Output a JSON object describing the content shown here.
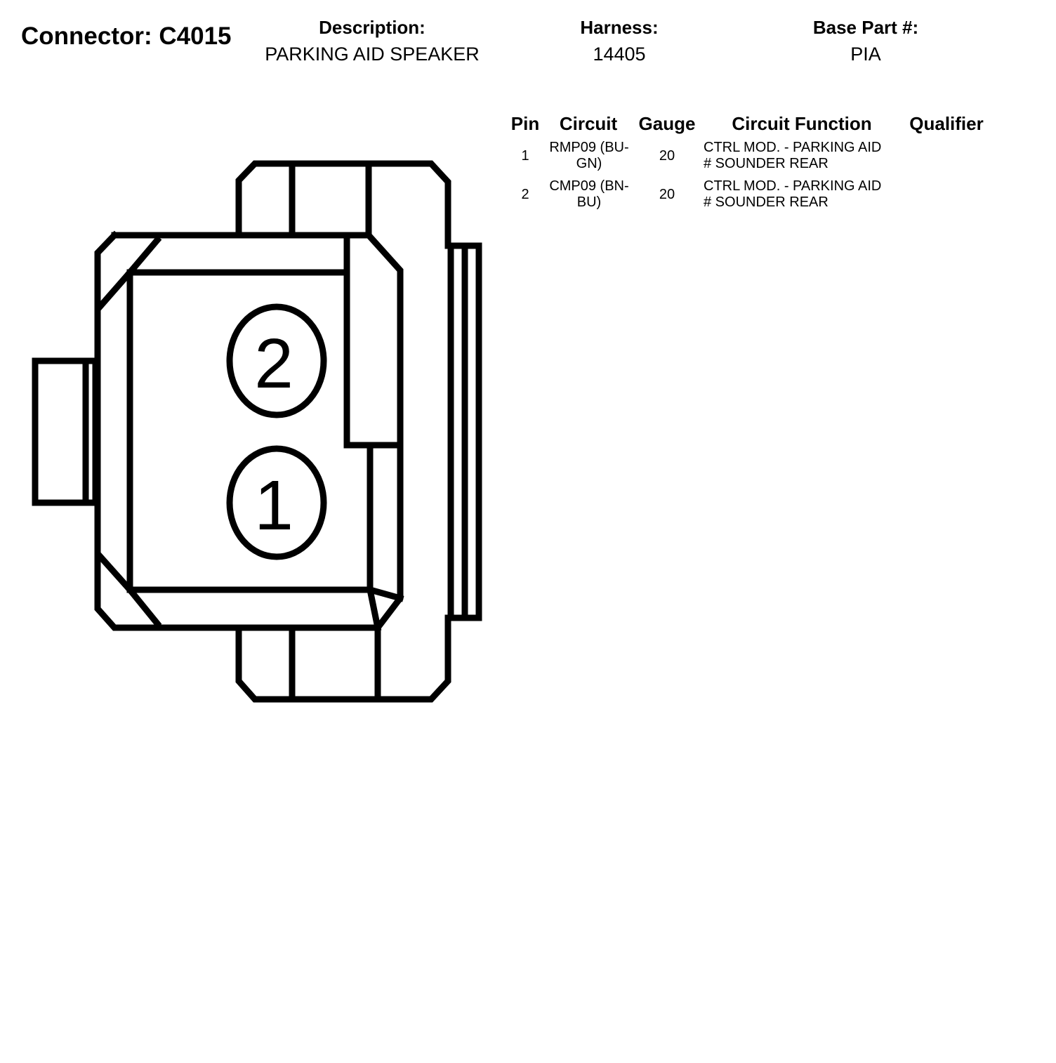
{
  "header": {
    "connector_title": "Connector: C4015",
    "description_label": "Description:",
    "description_value": "PARKING AID SPEAKER",
    "harness_label": "Harness:",
    "harness_value": "14405",
    "base_part_label": "Base Part #:",
    "base_part_value": "PIA"
  },
  "table": {
    "columns": [
      "Pin",
      "Circuit",
      "Gauge",
      "Circuit Function",
      "Qualifier"
    ],
    "rows": [
      {
        "pin": "1",
        "circuit_line1": "RMP09 (BU-",
        "circuit_line2": "GN)",
        "gauge": "20",
        "function_line1": "CTRL MOD. - PARKING AID",
        "function_line2": "# SOUNDER REAR",
        "qualifier": ""
      },
      {
        "pin": "2",
        "circuit_line1": "CMP09 (BN-",
        "circuit_line2": "BU)",
        "gauge": "20",
        "function_line1": "CTRL MOD. - PARKING AID",
        "function_line2": "# SOUNDER REAR",
        "qualifier": ""
      }
    ]
  },
  "diagram": {
    "pin_labels": [
      "2",
      "1"
    ],
    "stroke_color": "#000000"
  }
}
